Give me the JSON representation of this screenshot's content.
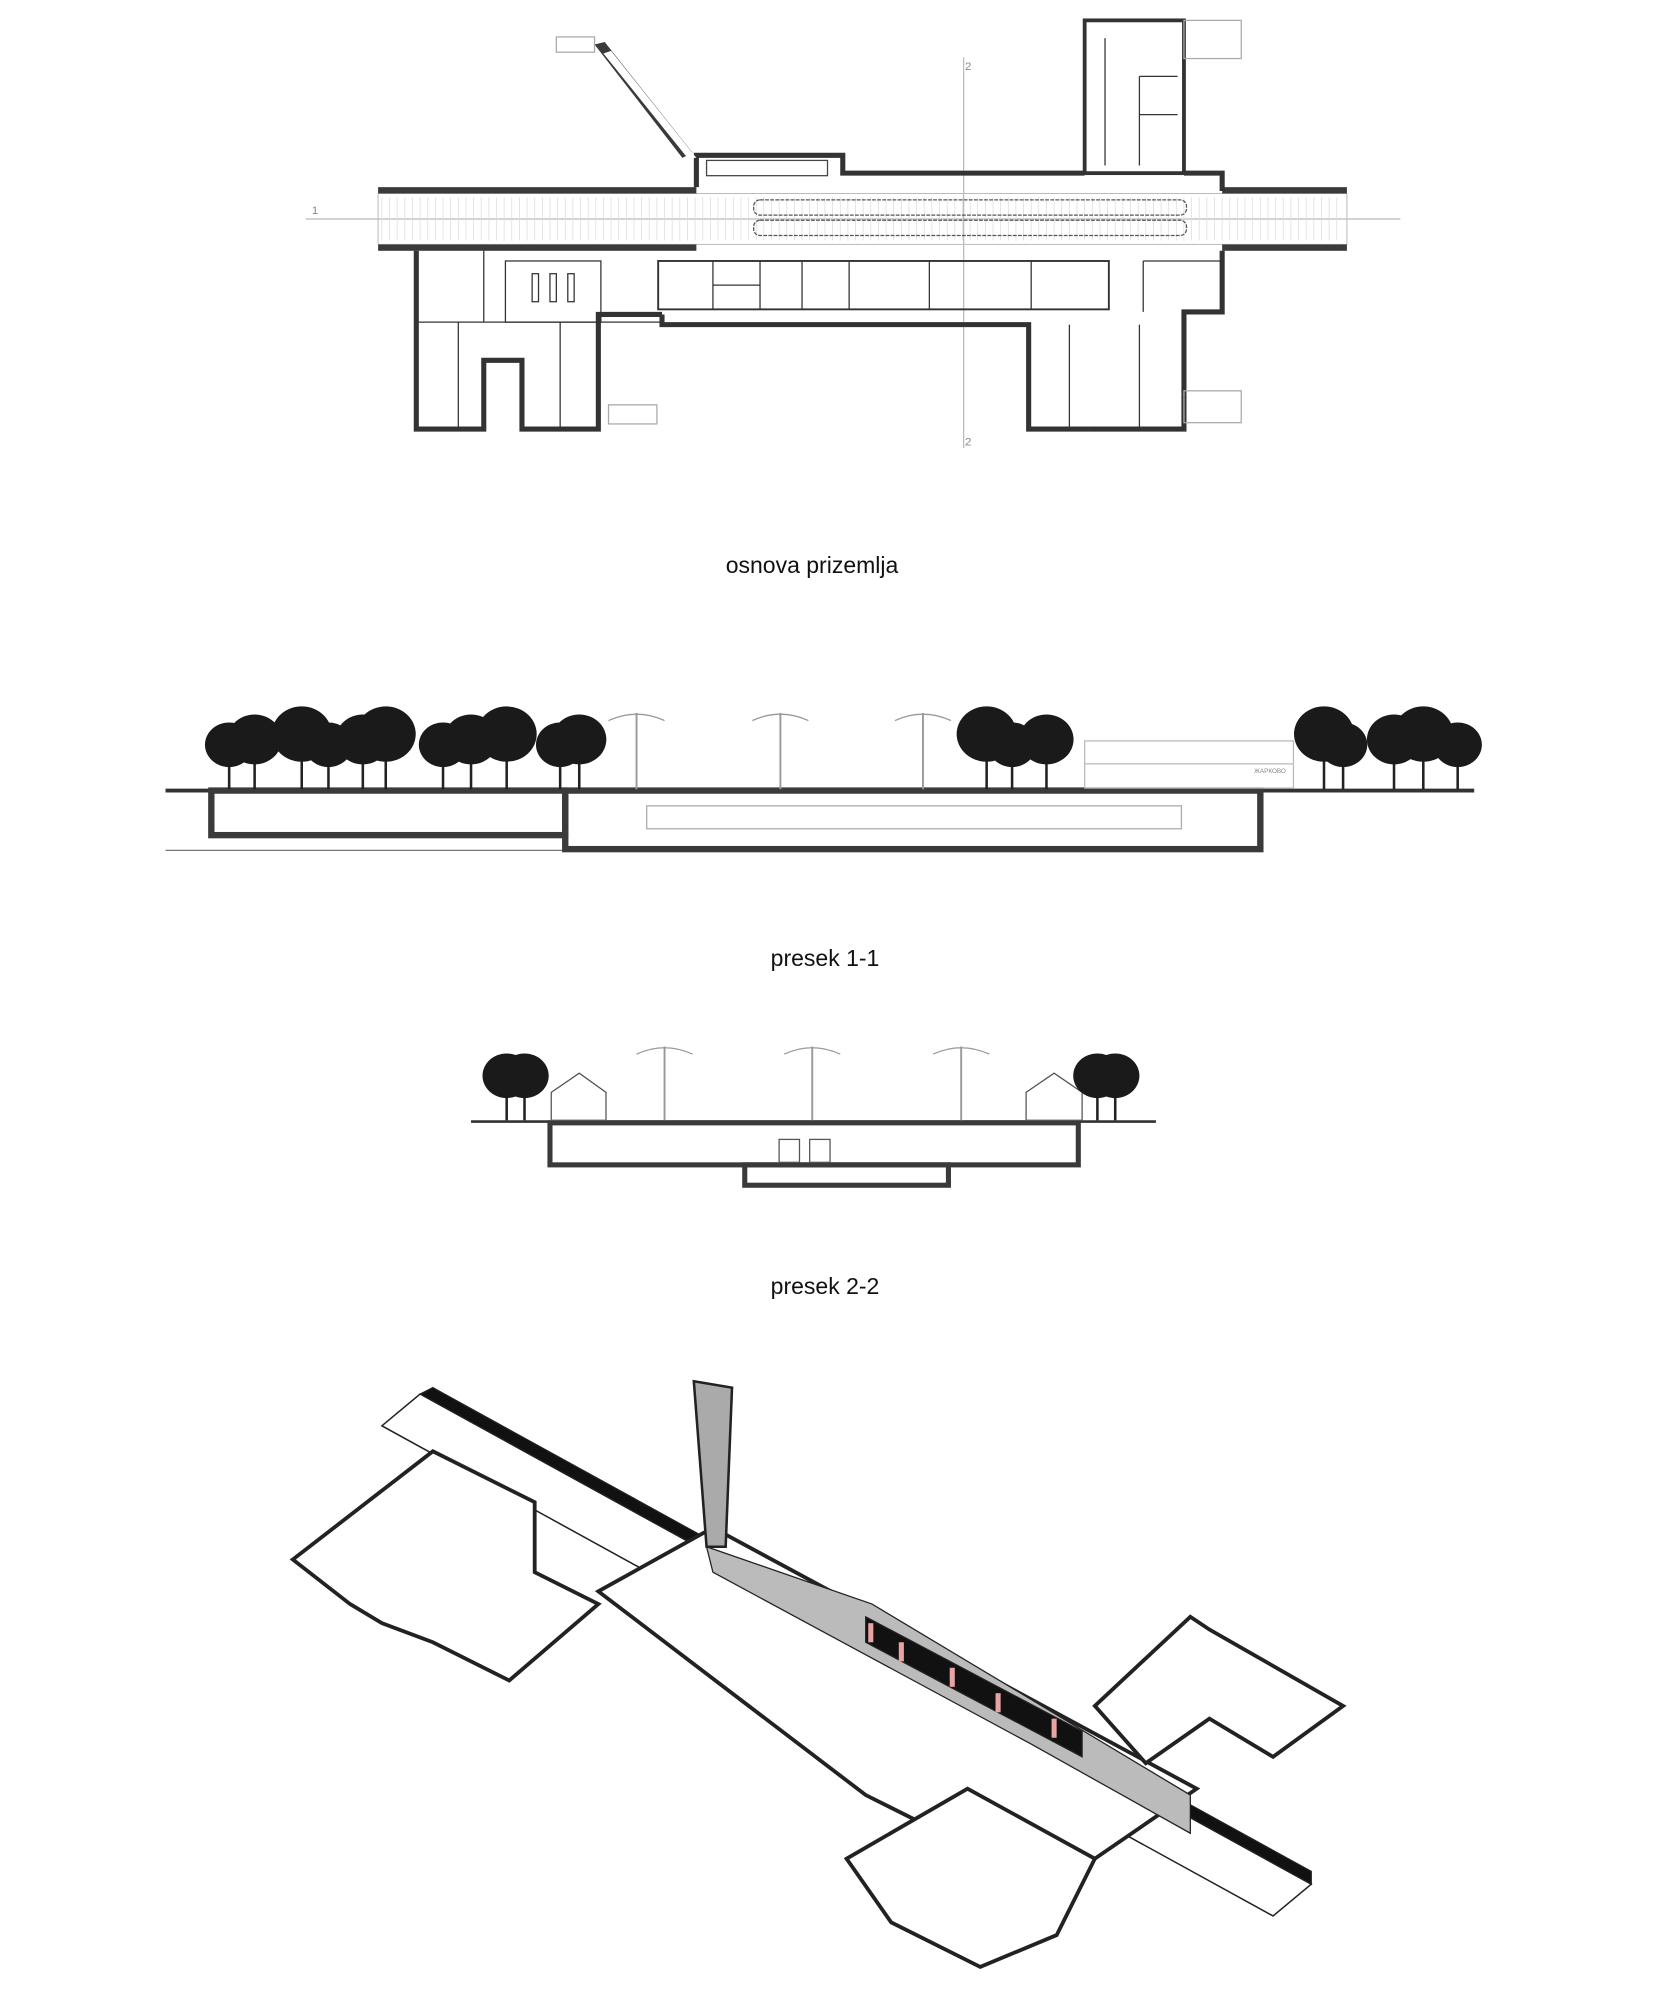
{
  "drawings": {
    "plan": {
      "title": "osnova prizemlja",
      "axis_1": "1",
      "axis_2_top": "2",
      "axis_2_bottom": "2"
    },
    "section_1": {
      "title": "presek 1-1",
      "sign": "ЖАРКОВО"
    },
    "section_2": {
      "title": "presek 2-2"
    },
    "axonometric": {
      "accent_color": "#e8a3a3"
    }
  }
}
